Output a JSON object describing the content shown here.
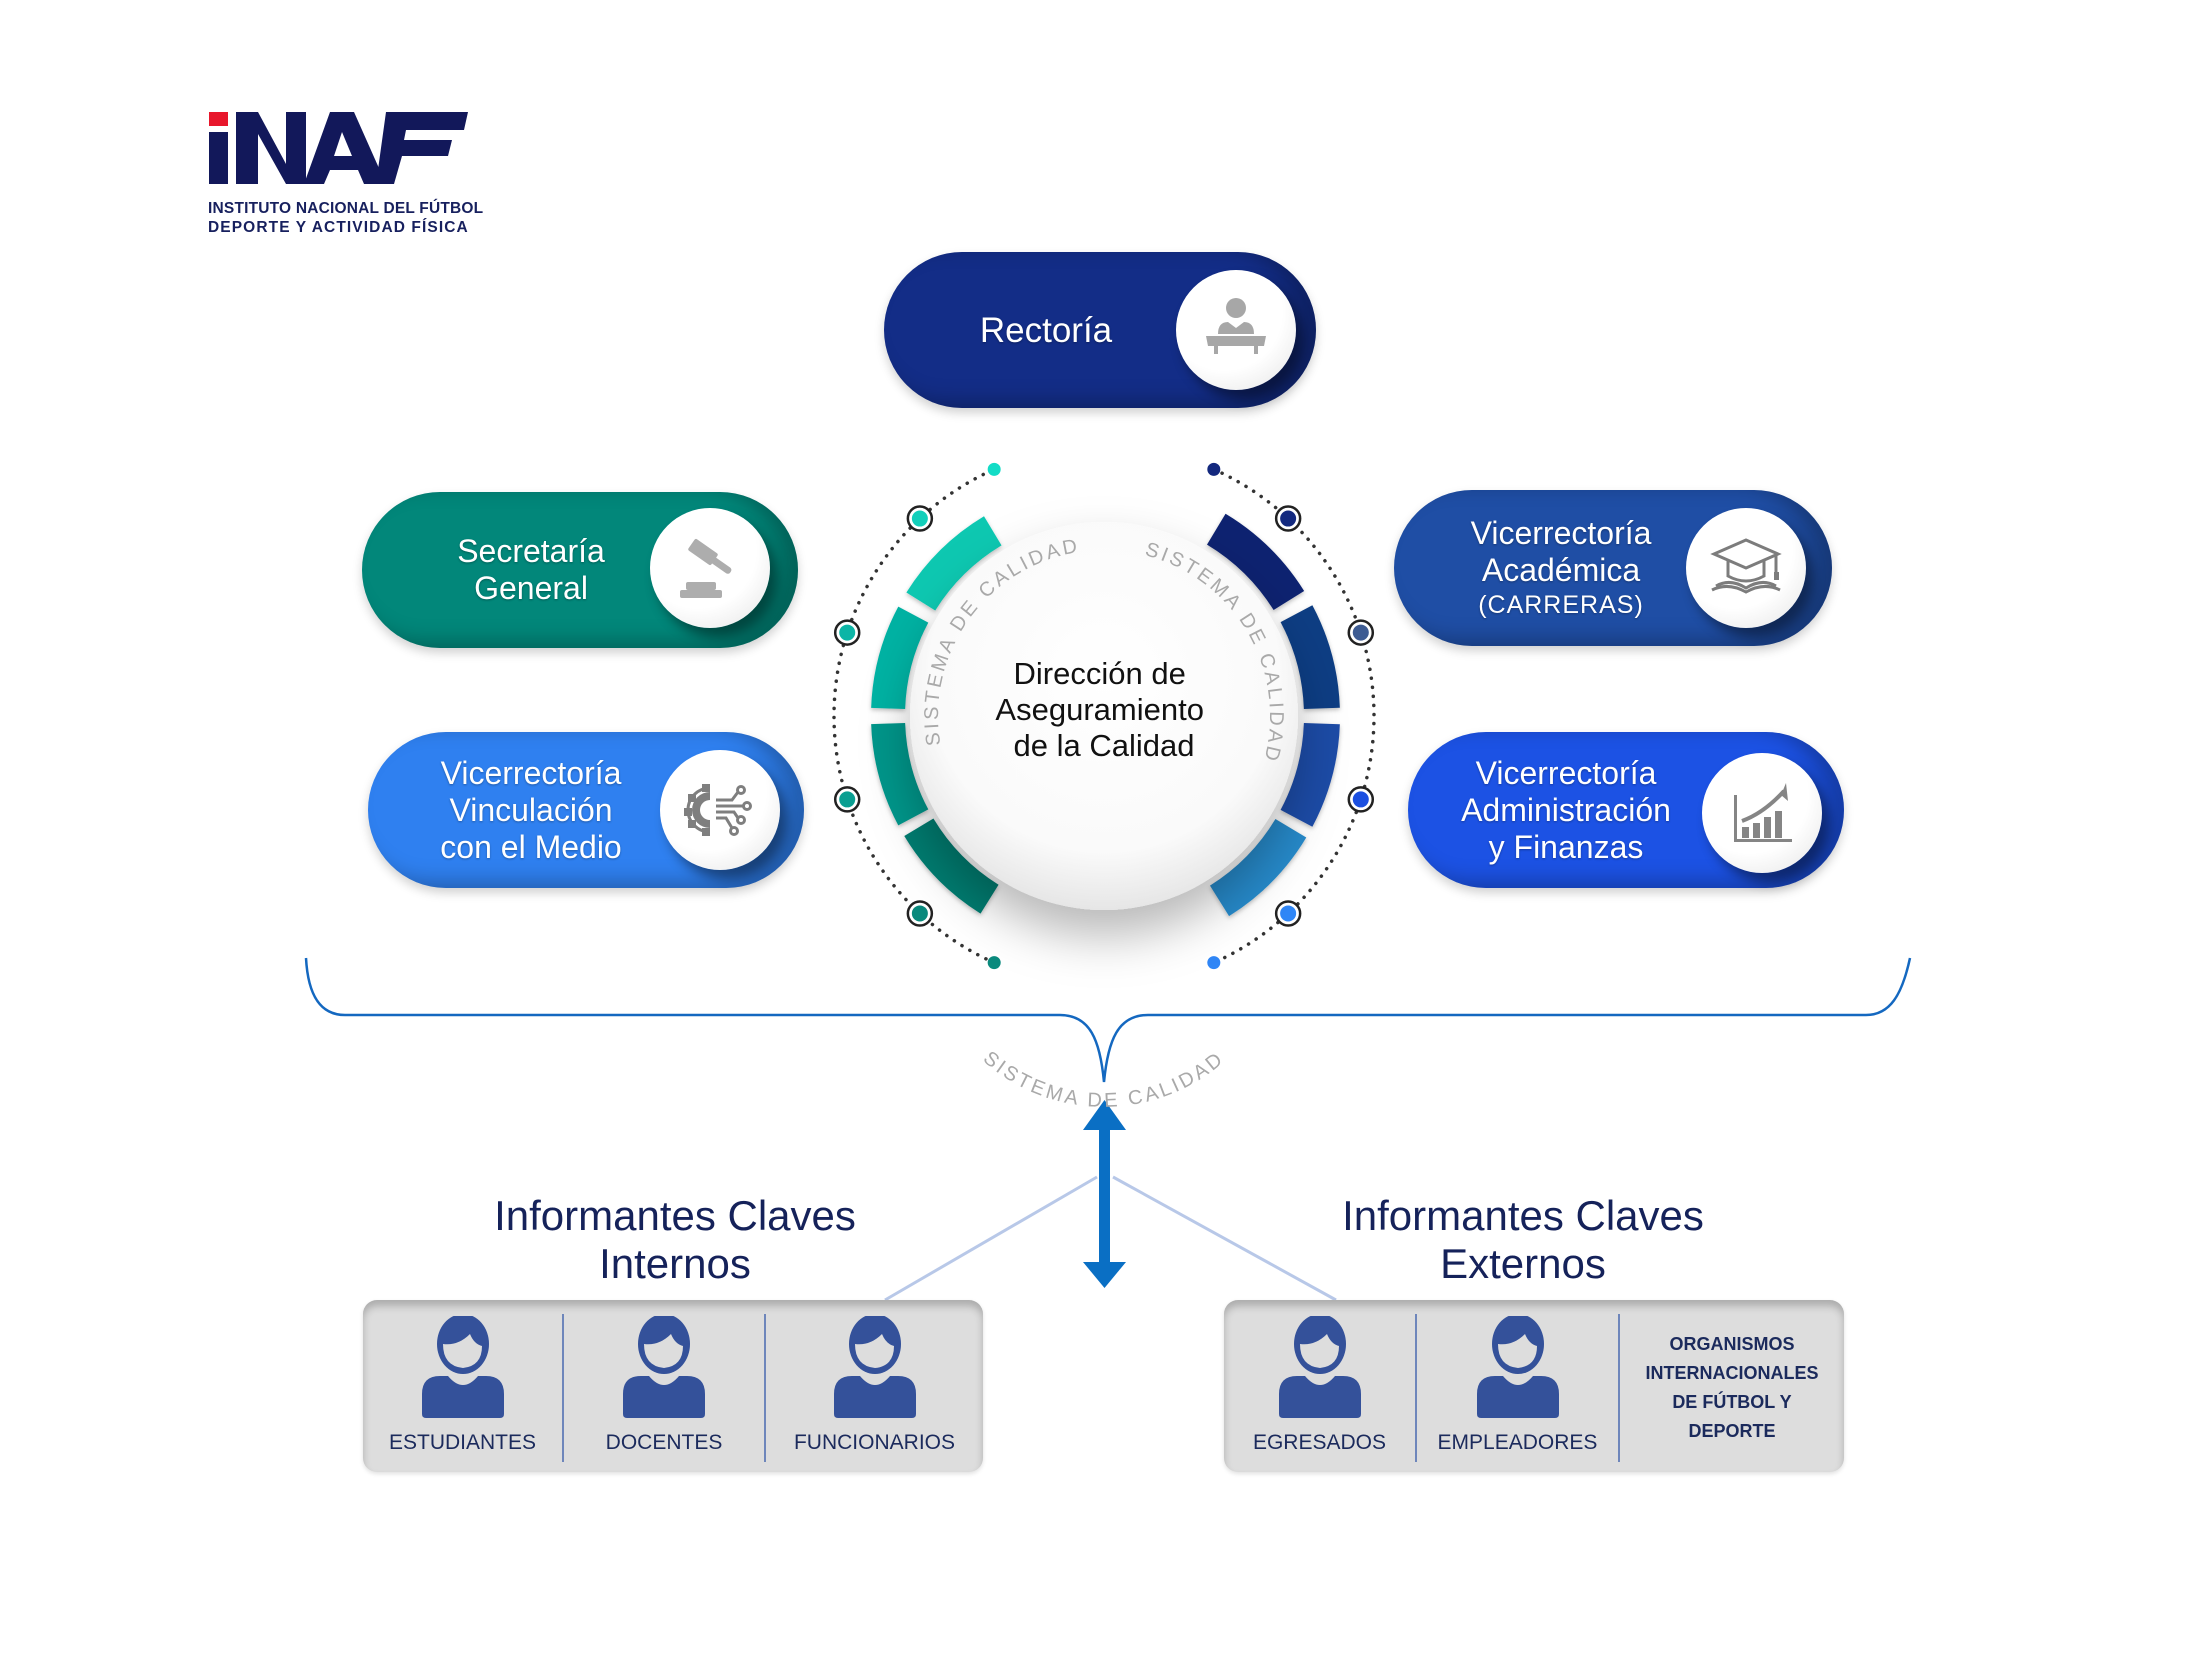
{
  "logo": {
    "wordmark": "INAF",
    "line1": "INSTITUTO NACIONAL DEL FÚTBOL",
    "line2": "DEPORTE Y ACTIVIDAD FÍSICA"
  },
  "units": {
    "rectoria": {
      "label": "Rectoría",
      "icon": "person-at-desk-icon",
      "color": "#132d87"
    },
    "secretaria": {
      "lines": [
        "Secretaría",
        "General"
      ],
      "icon": "gavel-icon",
      "color": "#02877a"
    },
    "vinculacion": {
      "lines": [
        "Vicerrectoría",
        "Vinculación",
        "con el Medio"
      ],
      "icon": "gear-circuit-icon",
      "color": "#2f80f0"
    },
    "academica": {
      "lines": [
        "Vicerrectoría",
        "Académica",
        "(CARRERAS)"
      ],
      "icon": "graduation-cap-icon",
      "color": "#1f4ea5"
    },
    "administracion": {
      "lines": [
        "Vicerrectoría",
        "Administración",
        "y Finanzas"
      ],
      "icon": "bar-chart-growth-icon",
      "color": "#1c52e4"
    }
  },
  "center": {
    "title_lines": [
      "Dirección de",
      "Aseguramiento",
      "de la Calidad"
    ],
    "ring_text": [
      "SISTEMA DE CALIDAD",
      "SISTEMA DE CALIDAD",
      "SISTEMA DE CALIDAD"
    ]
  },
  "internal": {
    "title_lines": [
      "Informantes Claves",
      "Internos"
    ],
    "items": [
      "ESTUDIANTES",
      "DOCENTES",
      "FUNCIONARIOS"
    ]
  },
  "external": {
    "title_lines": [
      "Informantes Claves",
      "Externos"
    ],
    "items": [
      "EGRESADOS",
      "EMPLEADORES"
    ],
    "org_lines": [
      "ORGANISMOS",
      "INTERNACIONALES",
      "DE FÚTBOL Y",
      "DEPORTE"
    ]
  },
  "colors": {
    "teal_arcs": [
      "#037b70",
      "#04968a",
      "#05b2a3",
      "#08c8b1"
    ],
    "blue_arcs": [
      "#0d2470",
      "#0f3e83",
      "#1f4ba6",
      "#2789c9"
    ],
    "teal_dots": [
      "#13dcc6",
      "#12cfba",
      "#0cb5a6",
      "#0a9e91",
      "#08897c",
      "#0a8a7d"
    ],
    "blue_dots": [
      "#13287e",
      "#13297f",
      "#3d5b92",
      "#1b4fe0",
      "#2f86f6",
      "#2f86f6"
    ],
    "bracket": "#1468c0",
    "arrow": "#0a6fc4",
    "connector": "#b8c8e8",
    "person": "#34519a"
  }
}
